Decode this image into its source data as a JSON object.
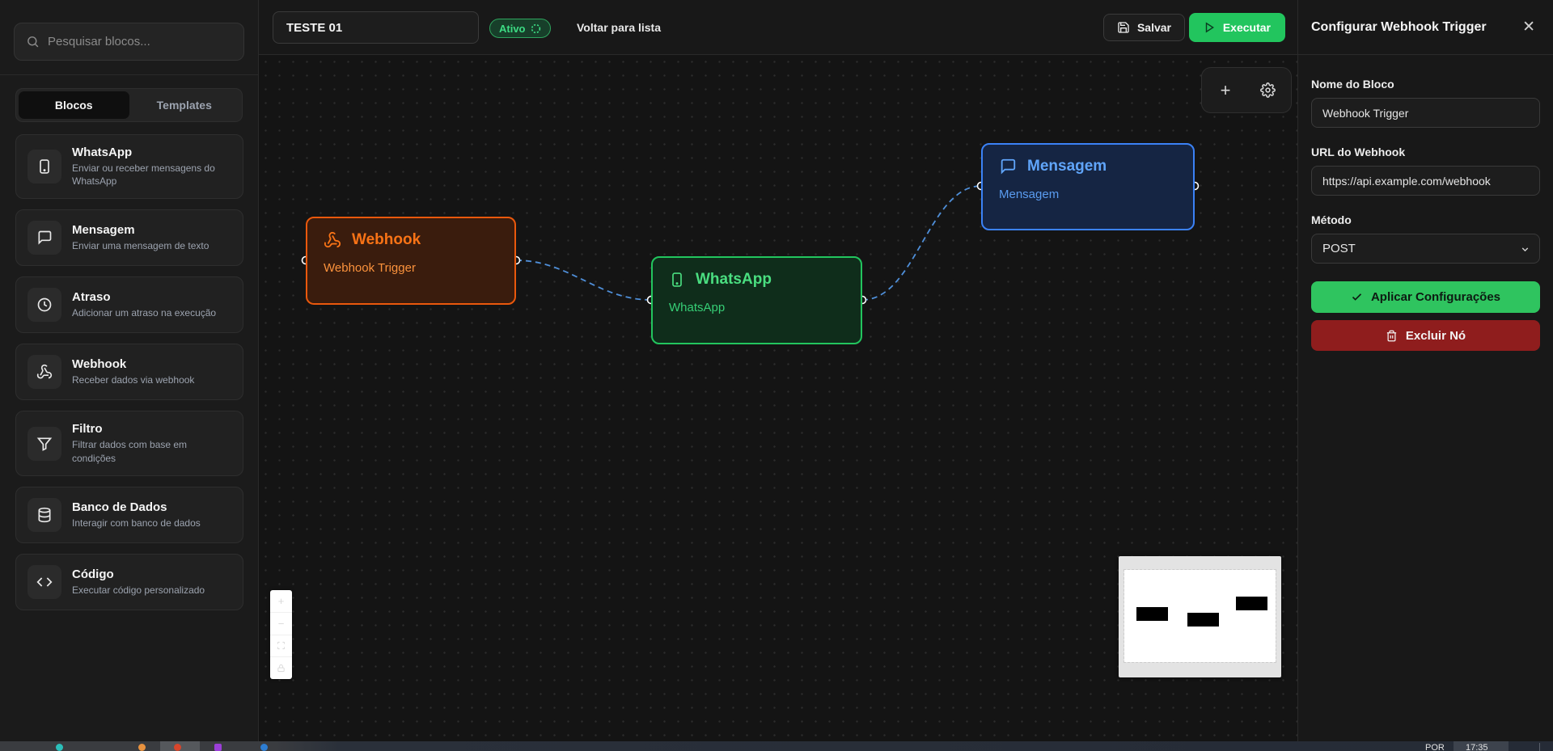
{
  "sidebar": {
    "search_placeholder": "Pesquisar blocos...",
    "tabs": {
      "blocos": "Blocos",
      "templates": "Templates"
    },
    "blocks": [
      {
        "icon": "smartphone-icon",
        "title": "WhatsApp",
        "desc": "Enviar ou receber mensagens do WhatsApp"
      },
      {
        "icon": "chat-bubble-icon",
        "title": "Mensagem",
        "desc": "Enviar uma mensagem de texto"
      },
      {
        "icon": "clock-icon",
        "title": "Atraso",
        "desc": "Adicionar um atraso na execução"
      },
      {
        "icon": "webhook-icon",
        "title": "Webhook",
        "desc": "Receber dados via webhook"
      },
      {
        "icon": "funnel-icon",
        "title": "Filtro",
        "desc": "Filtrar dados com base em condições"
      },
      {
        "icon": "database-icon",
        "title": "Banco de Dados",
        "desc": "Interagir com banco de dados"
      },
      {
        "icon": "code-icon",
        "title": "Código",
        "desc": "Executar código personalizado"
      }
    ]
  },
  "topbar": {
    "flow_name": "TESTE 01",
    "status_label": "Ativo",
    "back_link": "Voltar para lista",
    "save_label": "Salvar",
    "run_label": "Executar"
  },
  "canvas": {
    "nodes": [
      {
        "id": "webhook",
        "title": "Webhook",
        "subtitle": "Webhook Trigger",
        "accent": "#ea580c"
      },
      {
        "id": "whatsapp",
        "title": "WhatsApp",
        "subtitle": "WhatsApp",
        "accent": "#22c55e"
      },
      {
        "id": "mensagem",
        "title": "Mensagem",
        "subtitle": "Mensagem",
        "accent": "#3b82f6"
      }
    ],
    "edge_color": "#4f8fd9"
  },
  "config_panel": {
    "title": "Configurar Webhook Trigger",
    "fields": [
      {
        "label": "Nome do Bloco",
        "value": "Webhook Trigger"
      },
      {
        "label": "URL do Webhook",
        "value": "https://api.example.com/webhook"
      },
      {
        "label": "Método",
        "value": "POST"
      }
    ],
    "apply_label": "Aplicar Configurações",
    "delete_label": "Excluir Nó"
  },
  "taskbar": {
    "language": "POR",
    "time": "17:35"
  },
  "colors": {
    "accent_green": "#22c55e",
    "danger_red": "#8f1d1d",
    "status_green": "#3ddc84"
  }
}
